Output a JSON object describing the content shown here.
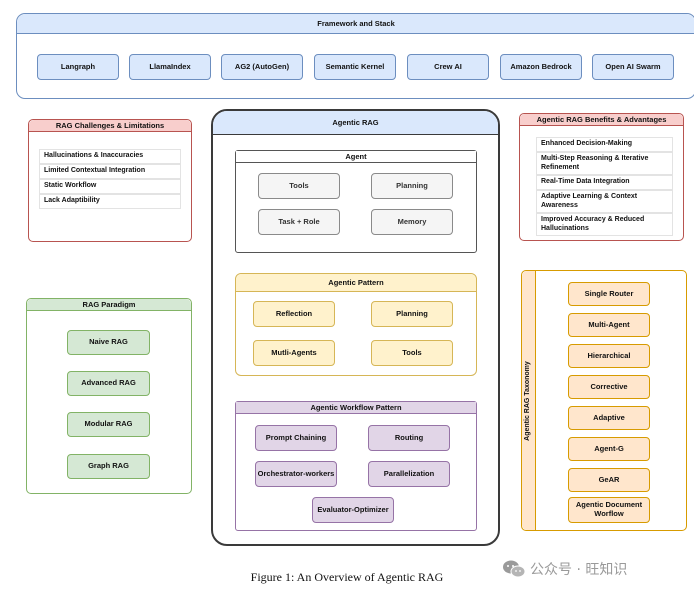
{
  "framework": {
    "title": "Framework and Stack",
    "items": [
      "Langraph",
      "LlamaIndex",
      "AG2 (AutoGen)",
      "Semantic Kernel",
      "Crew AI",
      "Amazon Bedrock",
      "Open AI Swarm"
    ]
  },
  "challenges": {
    "title": "RAG Challenges & Limitations",
    "items": [
      "Hallucinations & Inaccuracies",
      "Limited Contextual Integration",
      "Static Workflow",
      "Lack Adaptibility"
    ]
  },
  "paradigm": {
    "title": "RAG Paradigm",
    "items": [
      "Naive RAG",
      "Advanced RAG",
      "Modular RAG",
      "Graph RAG"
    ]
  },
  "agentic_rag": {
    "title": "Agentic RAG",
    "agent": {
      "title": "Agent",
      "items": [
        "Tools",
        "Planning",
        "Task + Role",
        "Memory"
      ]
    },
    "pattern": {
      "title": "Agentic Pattern",
      "items": [
        "Reflection",
        "Planning",
        "Mutli-Agents",
        "Tools"
      ]
    },
    "workflow": {
      "title": "Agentic Workflow Pattern",
      "items": [
        "Prompt Chaining",
        "Routing",
        "Orchestrator-workers",
        "Parallelization",
        "Evaluator-Optimizer"
      ]
    }
  },
  "benefits": {
    "title": "Agentic RAG Benefits & Advantages",
    "items": [
      "Enhanced Decision-Making",
      "Multi-Step Reasoning & Iterative Refinement",
      "Real-Time Data Integration",
      "Adaptive Learning & Context Awareness",
      "Improved Accuracy & Reduced Hallucinations"
    ]
  },
  "taxonomy": {
    "title": "Agentic RAG Taxonomy",
    "items": [
      "Single Router",
      "Multi-Agent",
      "Hierarchical",
      "Corrective",
      "Adaptive",
      "Agent-G",
      "GeAR",
      "Agentic Document Worflow"
    ]
  },
  "caption": "Figure 1: An Overview of Agentic RAG",
  "watermark": "公众号 · 旺知识",
  "colors": {
    "blue_fill": "#dae8fc",
    "blue_stroke": "#6c8ebf",
    "red_fill": "#f8cecc",
    "red_stroke": "#b85450",
    "green_fill": "#d5e8d4",
    "green_stroke": "#82b366",
    "yellow_fill": "#fff2cc",
    "yellow_stroke": "#d6b656",
    "purple_fill": "#e1d5e7",
    "purple_stroke": "#9673a6",
    "orange_fill": "#ffe6cc",
    "orange_stroke": "#d79b00"
  }
}
